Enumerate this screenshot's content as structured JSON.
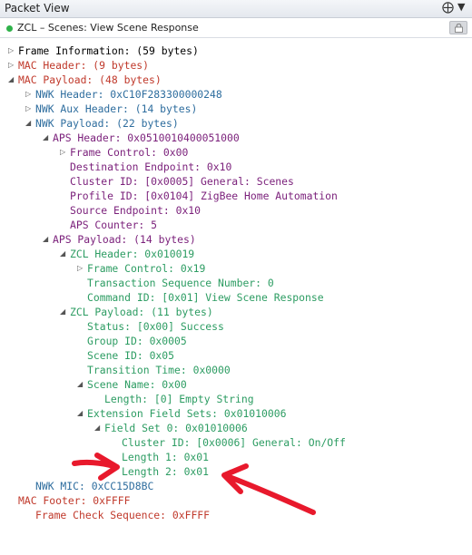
{
  "window": {
    "title": "Packet View",
    "pin_glyph": "⨁",
    "menu_glyph": "▼"
  },
  "subheader": {
    "text": "ZCL – Scenes: View Scene Response",
    "status_color": "#2fb24a"
  },
  "colors": {
    "black": "#000000",
    "red": "#c0392b",
    "purple": "#7a1f7a",
    "blue": "#2e6d9e",
    "green": "#2c9c62",
    "annotation": "#e8192c"
  },
  "tree": [
    {
      "text": "Frame Information: (59 bytes)",
      "level": 0,
      "toggle": "collapsed",
      "color": "black"
    },
    {
      "text": "MAC Header: (9 bytes)",
      "level": 0,
      "toggle": "collapsed",
      "color": "red"
    },
    {
      "text": "MAC Payload: (48 bytes)",
      "level": 0,
      "toggle": "expanded",
      "color": "red"
    },
    {
      "text": "NWK Header: 0xC10F283300000248",
      "level": 1,
      "toggle": "collapsed",
      "color": "blue"
    },
    {
      "text": "NWK Aux Header: (14 bytes)",
      "level": 1,
      "toggle": "collapsed",
      "color": "blue"
    },
    {
      "text": "NWK Payload: (22 bytes)",
      "level": 1,
      "toggle": "expanded",
      "color": "blue"
    },
    {
      "text": "APS Header: 0x0510010400051000",
      "level": 2,
      "toggle": "expanded",
      "color": "purple"
    },
    {
      "text": "Frame Control: 0x00",
      "level": 3,
      "toggle": "collapsed",
      "color": "purple"
    },
    {
      "text": "Destination Endpoint: 0x10",
      "level": 3,
      "toggle": "none",
      "color": "purple"
    },
    {
      "text": "Cluster ID: [0x0005] General: Scenes",
      "level": 3,
      "toggle": "none",
      "color": "purple"
    },
    {
      "text": "Profile ID: [0x0104] ZigBee Home Automation",
      "level": 3,
      "toggle": "none",
      "color": "purple"
    },
    {
      "text": "Source Endpoint: 0x10",
      "level": 3,
      "toggle": "none",
      "color": "purple"
    },
    {
      "text": "APS Counter: 5",
      "level": 3,
      "toggle": "none",
      "color": "purple"
    },
    {
      "text": "APS Payload: (14 bytes)",
      "level": 2,
      "toggle": "expanded",
      "color": "purple"
    },
    {
      "text": "ZCL Header: 0x010019",
      "level": 3,
      "toggle": "expanded",
      "color": "green"
    },
    {
      "text": "Frame Control: 0x19",
      "level": 4,
      "toggle": "collapsed",
      "color": "green"
    },
    {
      "text": "Transaction Sequence Number: 0",
      "level": 4,
      "toggle": "none",
      "color": "green"
    },
    {
      "text": "Command ID: [0x01] View Scene Response",
      "level": 4,
      "toggle": "none",
      "color": "green"
    },
    {
      "text": "ZCL Payload: (11 bytes)",
      "level": 3,
      "toggle": "expanded",
      "color": "green"
    },
    {
      "text": "Status: [0x00] Success",
      "level": 4,
      "toggle": "none",
      "color": "green"
    },
    {
      "text": "Group ID: 0x0005",
      "level": 4,
      "toggle": "none",
      "color": "green"
    },
    {
      "text": "Scene ID: 0x05",
      "level": 4,
      "toggle": "none",
      "color": "green"
    },
    {
      "text": "Transition Time: 0x0000",
      "level": 4,
      "toggle": "none",
      "color": "green"
    },
    {
      "text": "Scene Name: 0x00",
      "level": 4,
      "toggle": "expanded",
      "color": "green"
    },
    {
      "text": "Length: [0] Empty String",
      "level": 5,
      "toggle": "none",
      "color": "green"
    },
    {
      "text": "Extension Field Sets: 0x01010006",
      "level": 4,
      "toggle": "expanded",
      "color": "green"
    },
    {
      "text": "Field Set 0: 0x01010006",
      "level": 5,
      "toggle": "expanded",
      "color": "green"
    },
    {
      "text": "Cluster ID: [0x0006] General: On/Off",
      "level": 6,
      "toggle": "none",
      "color": "green"
    },
    {
      "text": "Length 1: 0x01",
      "level": 6,
      "toggle": "none",
      "color": "green"
    },
    {
      "text": "Length 2: 0x01",
      "level": 6,
      "toggle": "none",
      "color": "green"
    },
    {
      "text": "NWK MIC: 0xCC15D8BC",
      "level": 1,
      "toggle": "none",
      "color": "blue"
    },
    {
      "text": "MAC Footer: 0xFFFF",
      "level": 0,
      "toggle": "none",
      "color": "red"
    },
    {
      "text": "Frame Check Sequence: 0xFFFF",
      "level": 1,
      "toggle": "none",
      "color": "red"
    }
  ]
}
